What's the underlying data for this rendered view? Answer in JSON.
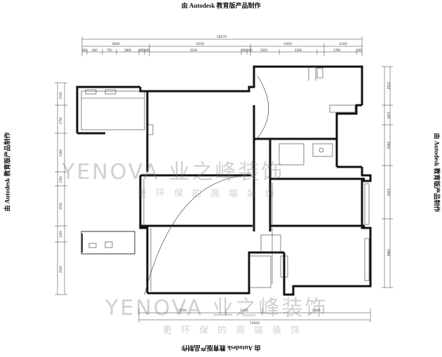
{
  "banners": {
    "top": "由 Autodesk 教育版产品制作",
    "bottom": "由 Autodesk 教育版产品制作",
    "left": "由 Autodesk 教育版产品制作",
    "right": "由 Autodesk 教育版产品制作"
  },
  "watermarks": [
    {
      "logo": "YENOVA 业之峰装饰",
      "slogan": "更环保的高端装饰"
    },
    {
      "logo": "YENOVA 业之峰装饰",
      "slogan": "更环保的高端装饰"
    }
  ],
  "dimensions": {
    "overall_top": "16070",
    "top_row1": [
      "3800",
      "5630",
      "4300",
      "2340"
    ],
    "top_row2": [
      "300",
      "840",
      "750",
      "1800",
      "800",
      "300",
      "5030",
      "660",
      "300",
      "1620",
      "2200",
      "1780",
      "300"
    ],
    "overall_bottom": "13450",
    "bottom_row1": [
      "5050",
      "2100",
      "6300"
    ],
    "left_col": [
      "2030",
      "2750",
      "3490",
      "1350",
      "3630",
      "1260",
      "2030"
    ],
    "right_col": [
      "2540",
      "1180",
      "2600",
      "3350",
      "3980"
    ]
  },
  "colors": {
    "wall": "#111111",
    "line": "#333333"
  }
}
